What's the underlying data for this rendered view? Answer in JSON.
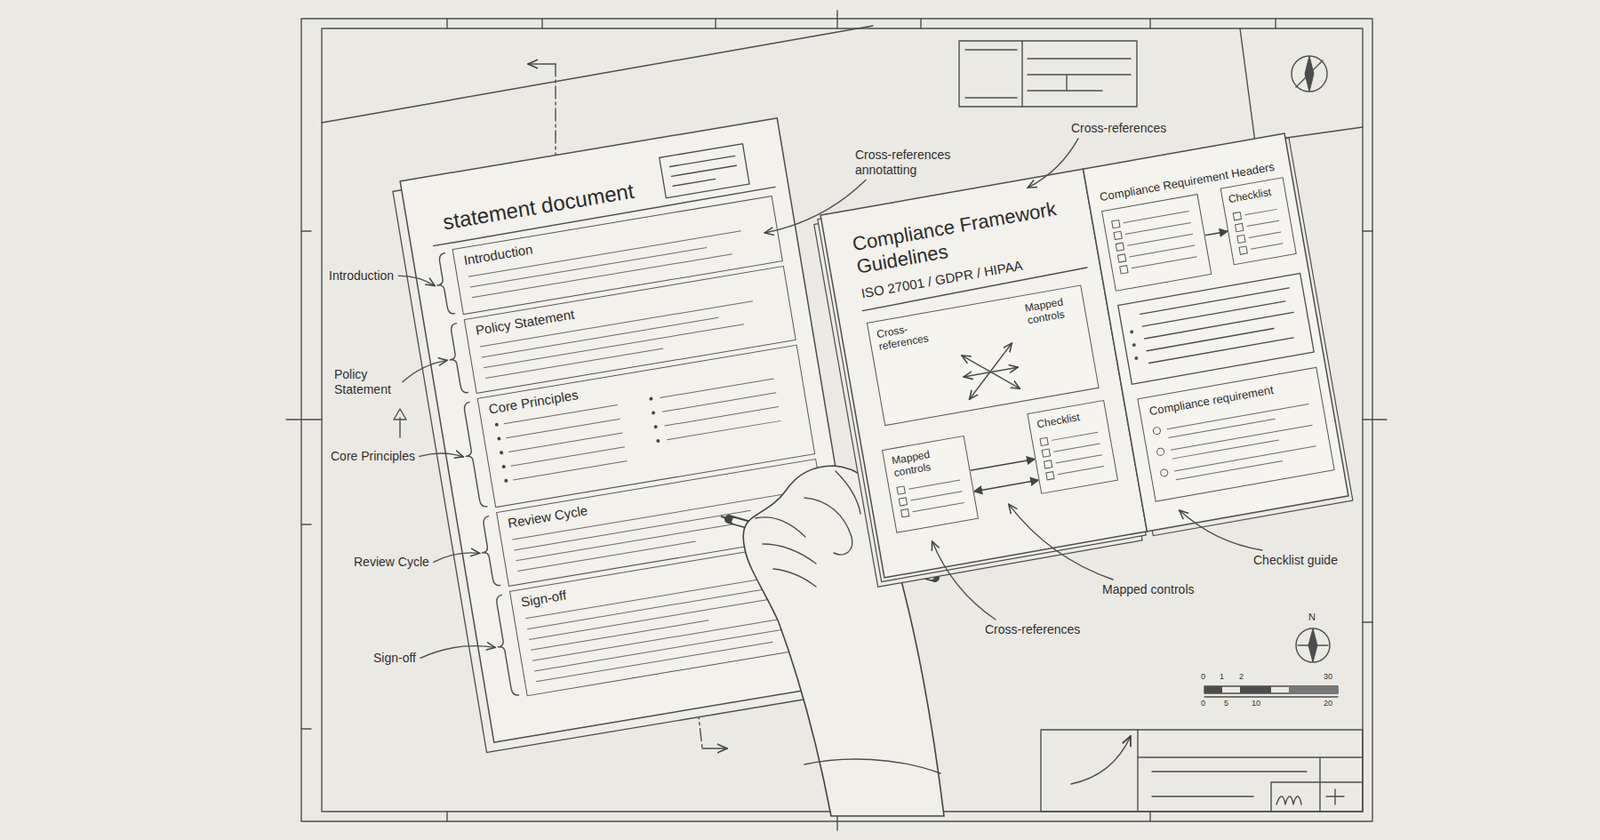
{
  "diagram": {
    "nodes": [
      {
        "text": [
          "statement document"
        ]
      },
      {
        "text": [
          "Introduction"
        ],
        "in": 0
      },
      {
        "text": [
          "Policy Statement"
        ],
        "in": 0
      },
      {
        "text": [
          "Core Principles"
        ],
        "in": 0
      },
      {
        "text": [
          "Review Cycle"
        ],
        "in": 0
      },
      {
        "text": [
          "Sign-off"
        ],
        "in": 0
      },
      {
        "text": [
          "Compliance Framework Guidelines",
          "ISO 27001 / GDPR / HIPAA"
        ]
      },
      {
        "text": [
          "Cross-references",
          "Mapped controls"
        ],
        "in": 6
      },
      {
        "text": [
          "Mapped controls"
        ],
        "in": 6
      },
      {
        "text": [
          "Checklist"
        ],
        "in": 6
      },
      {
        "text": [
          "Compliance Requirement Headers"
        ],
        "in": 6
      },
      {
        "text": [
          "Checklist"
        ],
        "in": 6
      },
      {
        "text": [
          "Compliance requirement"
        ],
        "in": 6
      }
    ],
    "edges": [
      {
        "from": 8,
        "to": 9,
        "arrow": "to"
      },
      {
        "from": 8,
        "to": 9,
        "arrow": "both"
      },
      {
        "from": 10,
        "to": 11,
        "arrow": "to"
      }
    ],
    "labels": [
      "Introduction",
      "Policy Statement",
      "Core Principles",
      "Review Cycle",
      "Sign-off",
      "Cross-references annotatting",
      "Cross-references",
      "Mapped controls",
      "Cross-references",
      "Checklist guide",
      "N",
      "0",
      "1",
      "2",
      "30",
      "0",
      "5",
      "10",
      "20"
    ]
  }
}
